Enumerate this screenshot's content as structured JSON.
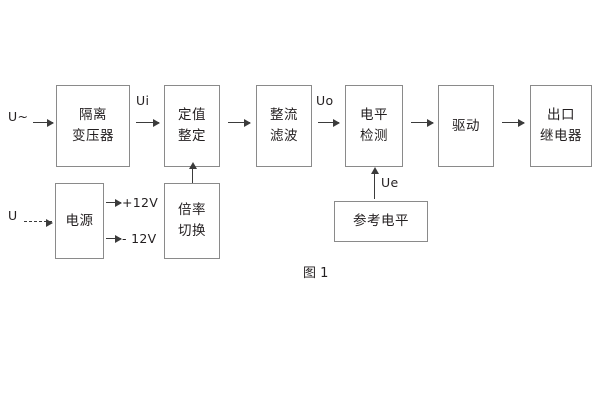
{
  "figure": {
    "caption": "图 1",
    "line_color": "#8a8a8a",
    "arrow_color": "#3b3b3b",
    "text_color": "#231f20",
    "background": "#ffffff"
  },
  "inputs": {
    "ac_source": "U~",
    "dc_source": "U"
  },
  "signals": {
    "ui": "Ui",
    "uo": "Uo",
    "ue": "Ue"
  },
  "rails": {
    "positive": "+12V",
    "negative": "- 12V"
  },
  "blocks": {
    "isolation_transformer": {
      "line1": "隔离",
      "line2": "变压器"
    },
    "setting_value": {
      "line1": "定值",
      "line2": "整定"
    },
    "rectify_filter": {
      "line1": "整流",
      "line2": "滤波"
    },
    "level_detection": {
      "line1": "电平",
      "line2": "检测"
    },
    "drive": {
      "line1": "驱动"
    },
    "output_relay": {
      "line1": "出口",
      "line2": "继电器"
    },
    "power_supply": {
      "line1": "电源"
    },
    "multiplier_switch": {
      "line1": "倍率",
      "line2": "切换"
    },
    "reference_level": {
      "line1": "参考电平"
    }
  },
  "chart_data": {
    "type": "diagram",
    "title": "图 1",
    "nodes": [
      {
        "id": "isolation_transformer",
        "label": "隔离变压器",
        "row": "main",
        "order": 1
      },
      {
        "id": "setting_value",
        "label": "定值整定",
        "row": "main",
        "order": 2
      },
      {
        "id": "rectify_filter",
        "label": "整流滤波",
        "row": "main",
        "order": 3
      },
      {
        "id": "level_detection",
        "label": "电平检测",
        "row": "main",
        "order": 4
      },
      {
        "id": "drive",
        "label": "驱动",
        "row": "main",
        "order": 5
      },
      {
        "id": "output_relay",
        "label": "出口继电器",
        "row": "main",
        "order": 6
      },
      {
        "id": "power_supply",
        "label": "电源",
        "row": "lower",
        "order": 1
      },
      {
        "id": "multiplier_switch",
        "label": "倍率切换",
        "row": "lower",
        "order": 2
      },
      {
        "id": "reference_level",
        "label": "参考电平",
        "row": "lower",
        "order": 3
      }
    ],
    "edges": [
      {
        "from": "U~",
        "to": "isolation_transformer",
        "label": ""
      },
      {
        "from": "isolation_transformer",
        "to": "setting_value",
        "label": "Ui"
      },
      {
        "from": "setting_value",
        "to": "rectify_filter",
        "label": ""
      },
      {
        "from": "rectify_filter",
        "to": "level_detection",
        "label": "Uo"
      },
      {
        "from": "level_detection",
        "to": "drive",
        "label": ""
      },
      {
        "from": "drive",
        "to": "output_relay",
        "label": ""
      },
      {
        "from": "U",
        "to": "power_supply",
        "label": ""
      },
      {
        "from": "power_supply",
        "to": "+12V",
        "label": "+12V"
      },
      {
        "from": "power_supply",
        "to": "-12V",
        "label": "- 12V"
      },
      {
        "from": "multiplier_switch",
        "to": "setting_value",
        "label": ""
      },
      {
        "from": "reference_level",
        "to": "level_detection",
        "label": "Ue"
      }
    ]
  }
}
